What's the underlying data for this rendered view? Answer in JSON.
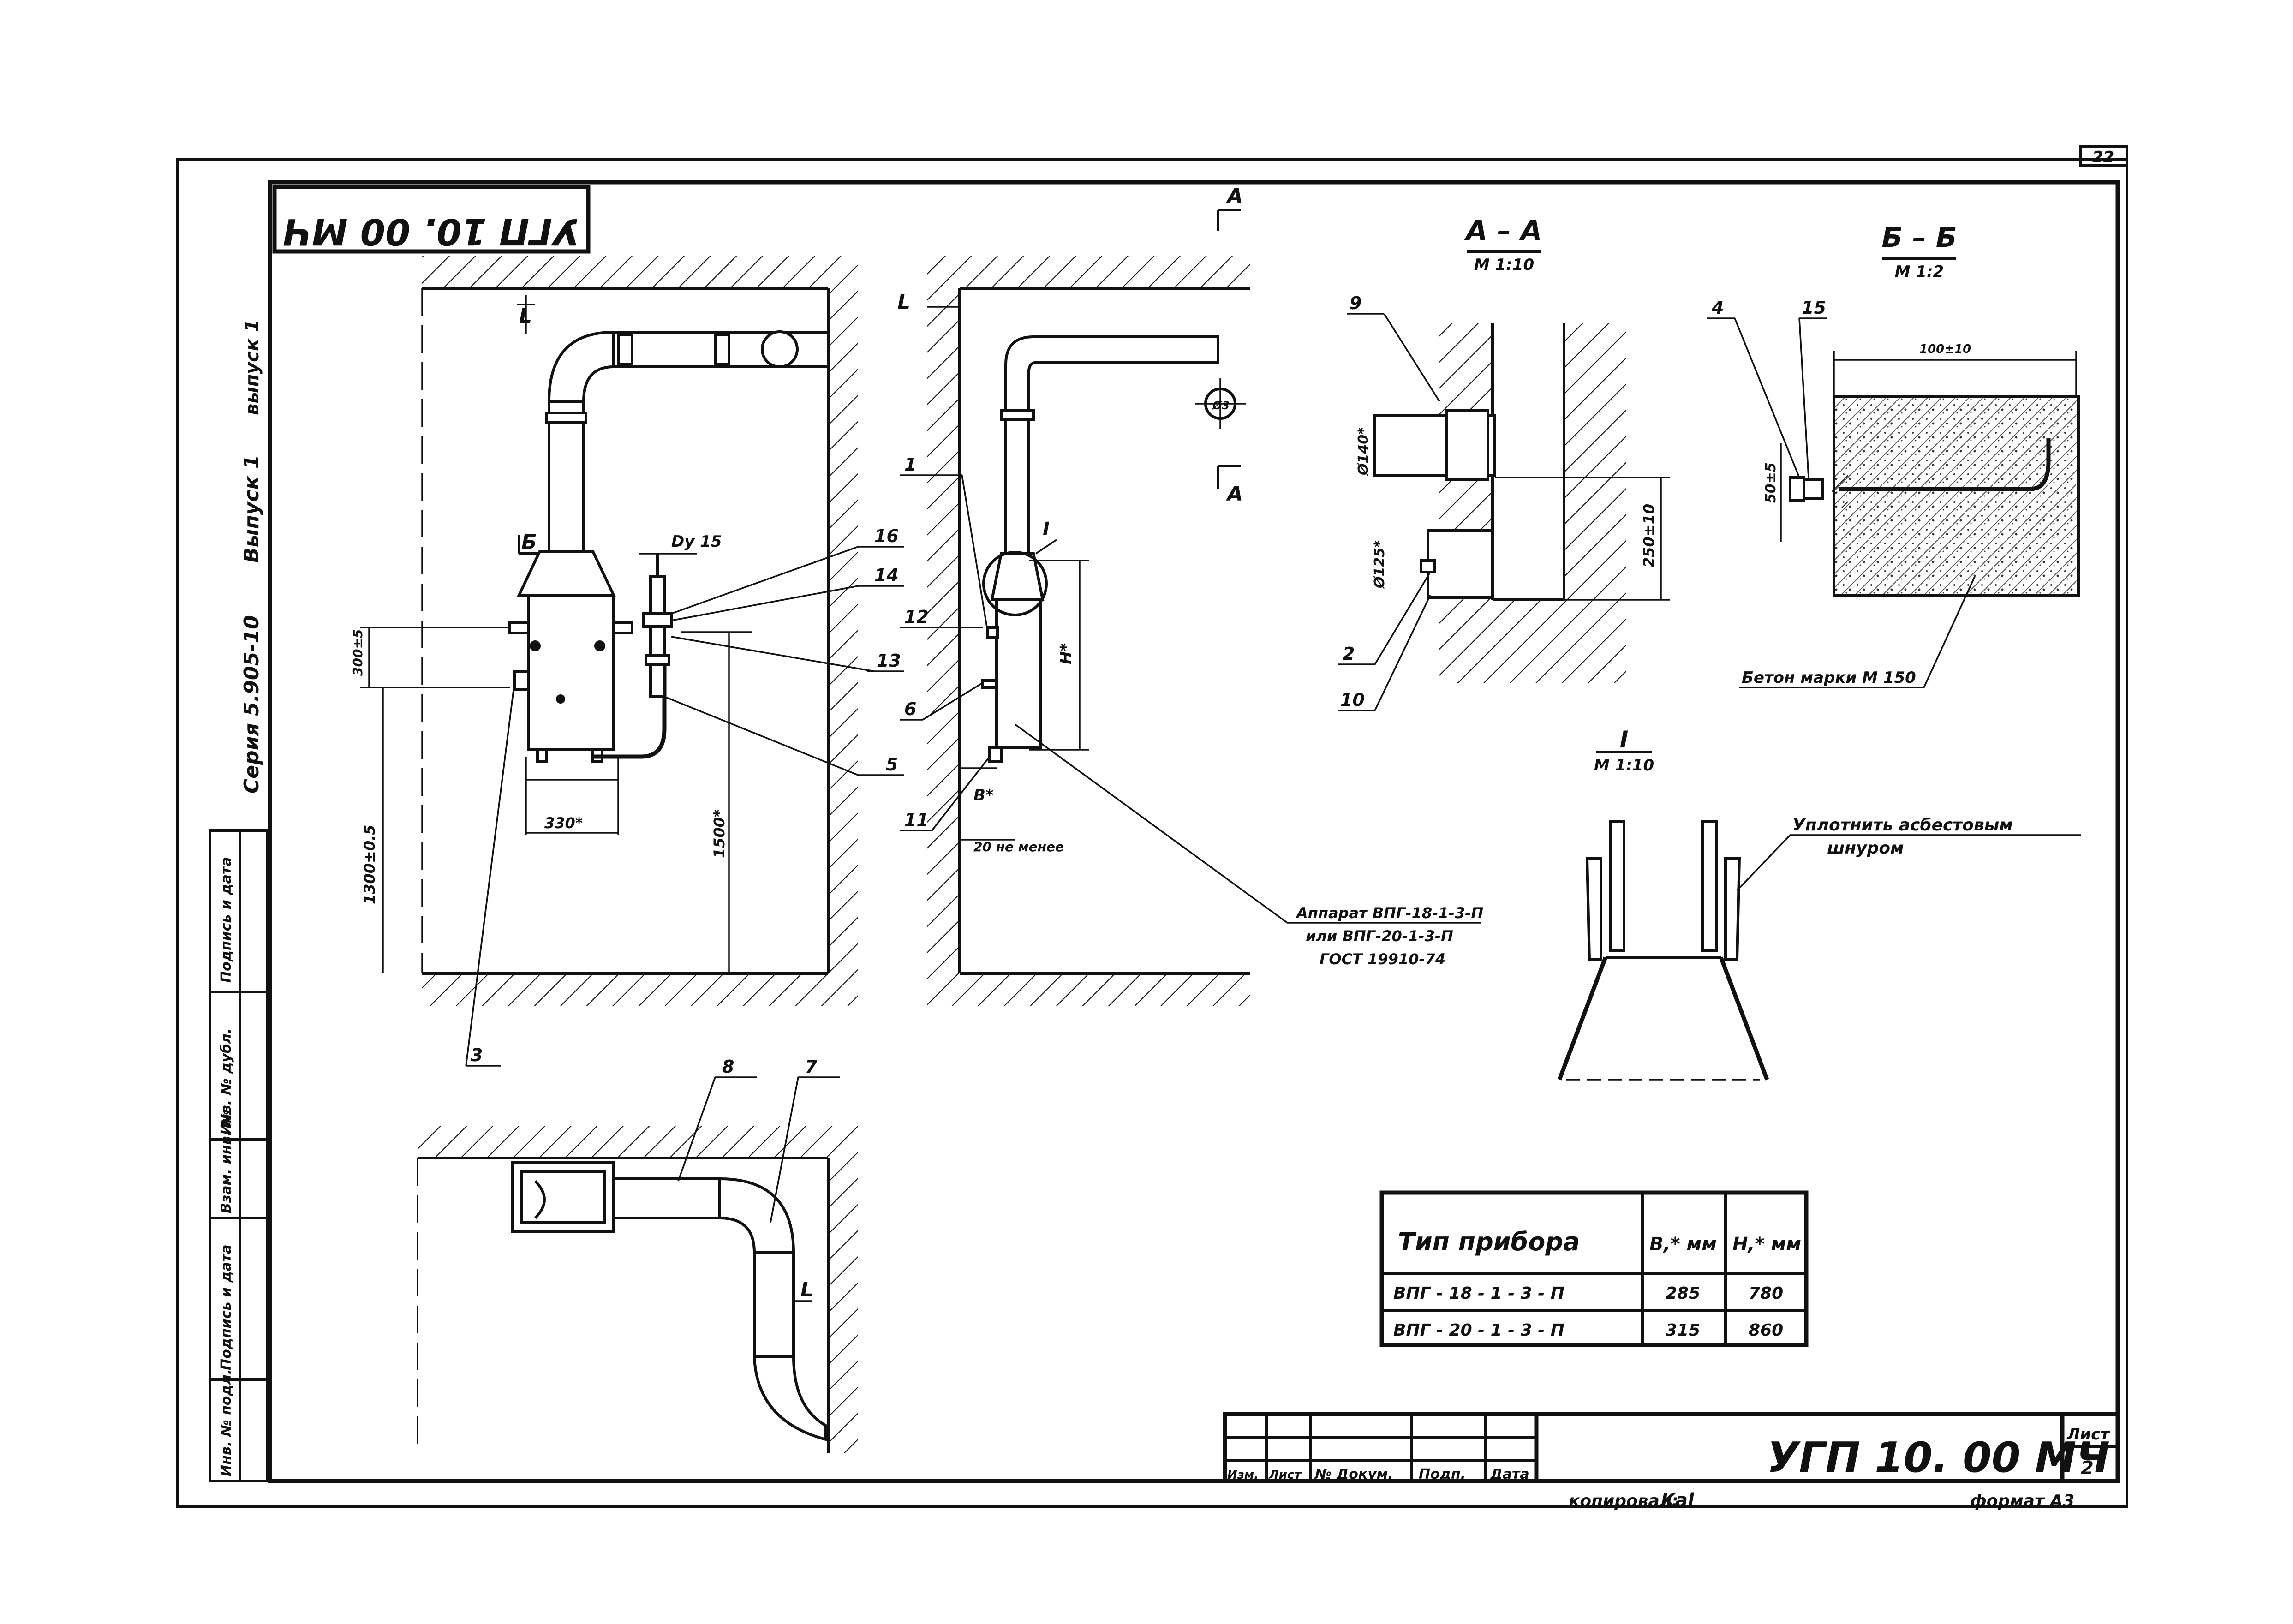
{
  "sheet": {
    "corner_number": "22",
    "designation_vertical": "УГП 10. 00 МЧ",
    "series_text": "Серия 5.905-10",
    "issue_text": "Выпуск 1",
    "part_text": "выпуск 1"
  },
  "side_stamp": [
    "Инв. № подл.",
    "Подпись и дата",
    "Взам. инв. №",
    "Инв. № дубл.",
    "Подпись и дата"
  ],
  "view1": {
    "label_L": "L",
    "label_B": "Б",
    "label_dy": "Dy 15",
    "dim_1300": "1300±0.5",
    "dim_300": "300±5",
    "dim_330": "330*",
    "dim_1500": "1500*",
    "pos_3": "3",
    "pos_5": "5",
    "pos_13": "13",
    "pos_14": "14",
    "pos_16": "16"
  },
  "view2": {
    "label_L": "L",
    "label_A_top": "А",
    "label_A_bot": "А",
    "label_I": "I",
    "label_H": "H*",
    "label_B": "B*",
    "note_20": "20 не менее",
    "pos_1": "1",
    "pos_6": "6",
    "pos_11": "11",
    "pos_12": "12",
    "pipe_dia": "Ø3",
    "apparatus_note": [
      "Аппарат ВПГ-18-1-3-П",
      "или ВПГ-20-1-3-П",
      "ГОСТ 19910-74"
    ]
  },
  "view_plan": {
    "pos_7": "7",
    "pos_8": "8",
    "label_L": "L"
  },
  "section_aa": {
    "title": "А – А",
    "scale": "М 1:10",
    "pos_9": "9",
    "pos_2": "2",
    "pos_10": "10",
    "dia_140": "Ø140*",
    "dia_125": "Ø125*",
    "dim_250": "250±10"
  },
  "section_bb": {
    "title": "Б – Б",
    "scale": "М 1:2",
    "pos_4": "4",
    "pos_15": "15",
    "dim_100": "100±10",
    "dim_50": "50±5",
    "concrete_note": "Бетон марки М 150"
  },
  "detail_i": {
    "title": "I",
    "scale": "М 1:10",
    "note": [
      "Уплотнить асбестовым",
      "шнуром"
    ]
  },
  "device_table": {
    "headers": [
      "Тип прибора",
      "B,* мм",
      "H,* мм"
    ],
    "rows": [
      [
        "ВПГ - 18 - 1 - 3 - П",
        "285",
        "780"
      ],
      [
        "ВПГ - 20 - 1 - 3 - П",
        "315",
        "860"
      ]
    ]
  },
  "title_block": {
    "columns": [
      "Изм.",
      "Лист",
      "№ Докум.",
      "Подп.",
      "Дата"
    ],
    "designation": "УГП 10. 00 МЧ",
    "sheet_label": "Лист",
    "sheet_number": "2",
    "copied_by": "копировал:",
    "copied_sign": "Kal",
    "format": "формат А3"
  }
}
